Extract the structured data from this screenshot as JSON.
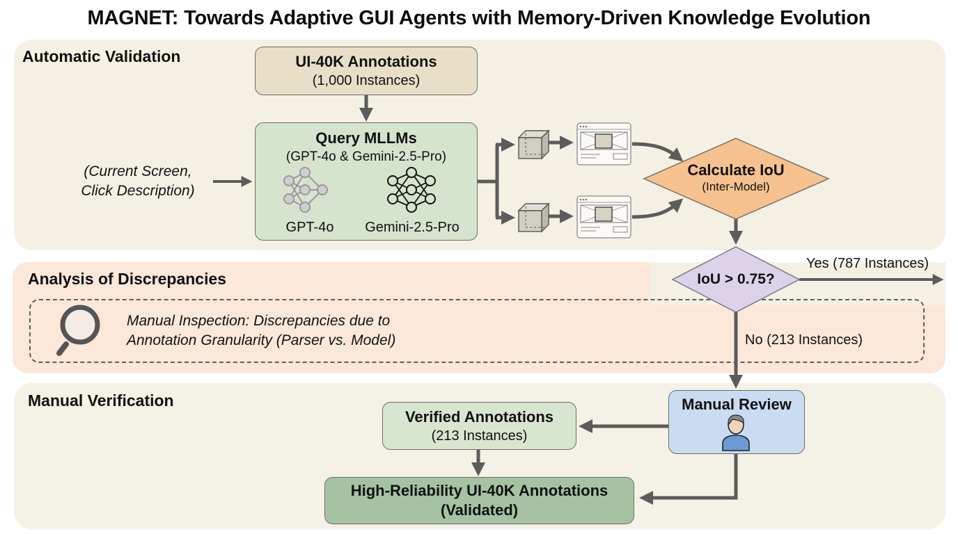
{
  "title": "MAGNET: Towards Adaptive GUI Agents with Memory-Driven Knowledge Evolution",
  "colors": {
    "panel_automatic": "#f4f1e4",
    "panel_analysis": "#fbe8d9",
    "panel_manual": "#f4f1e6",
    "annotations_box": "#e9dfc8",
    "query_box": "#d6e3cd",
    "calculate_diamond": "#f5c28f",
    "threshold_diamond": "#dcd3ea",
    "manual_review_box": "#c9dcf1",
    "verified_box": "#d8e5cf",
    "final_box": "#a5c3a3",
    "arrow": "#5c5c5c"
  },
  "sections": {
    "automatic": {
      "label": "Automatic Validation"
    },
    "analysis": {
      "label": "Analysis of Discrepancies"
    },
    "manual": {
      "label": "Manual Verification"
    }
  },
  "nodes": {
    "annotations": {
      "title": "UI-40K Annotations",
      "subtitle": "(1,000 Instances)"
    },
    "input": {
      "line1": "(Current Screen,",
      "line2": "Click Description)"
    },
    "query": {
      "title": "Query MLLMs",
      "subtitle": "(GPT-4o & Gemini-2.5-Pro)",
      "models": [
        {
          "label": "GPT-4o",
          "icon": "neural-network-icon-gray"
        },
        {
          "label": "Gemini-2.5-Pro",
          "icon": "neural-network-icon-black"
        }
      ]
    },
    "calculate": {
      "title": "Calculate IoU",
      "subtitle": "(Inter-Model)"
    },
    "threshold": {
      "title": "IoU > 0.75?"
    },
    "manual_review": {
      "title": "Manual Review",
      "icon": "person-icon"
    },
    "verified": {
      "title": "Verified Annotations",
      "subtitle": "(213 Instances)"
    },
    "final": {
      "title": "High-Reliability UI-40K Annotations",
      "subtitle": "(Validated)"
    }
  },
  "edges": {
    "yes_label": "Yes (787 Instances)",
    "no_label": "No (213 Instances)"
  },
  "analysis": {
    "icon": "magnifier-icon",
    "line1": "Manual Inspection: Discrepancies due to",
    "line2": "Annotation Granularity (Parser vs. Model)"
  }
}
